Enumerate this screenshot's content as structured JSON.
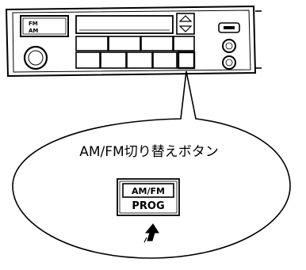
{
  "radio": {
    "display": {
      "line1": "FM",
      "line2": "AM"
    }
  },
  "callout": {
    "title": "AM/FM切り替えボタン",
    "button": {
      "top_label": "AM/FM",
      "bottom_label": "PROG"
    },
    "indicator_icon": "press-arrow-icon"
  }
}
